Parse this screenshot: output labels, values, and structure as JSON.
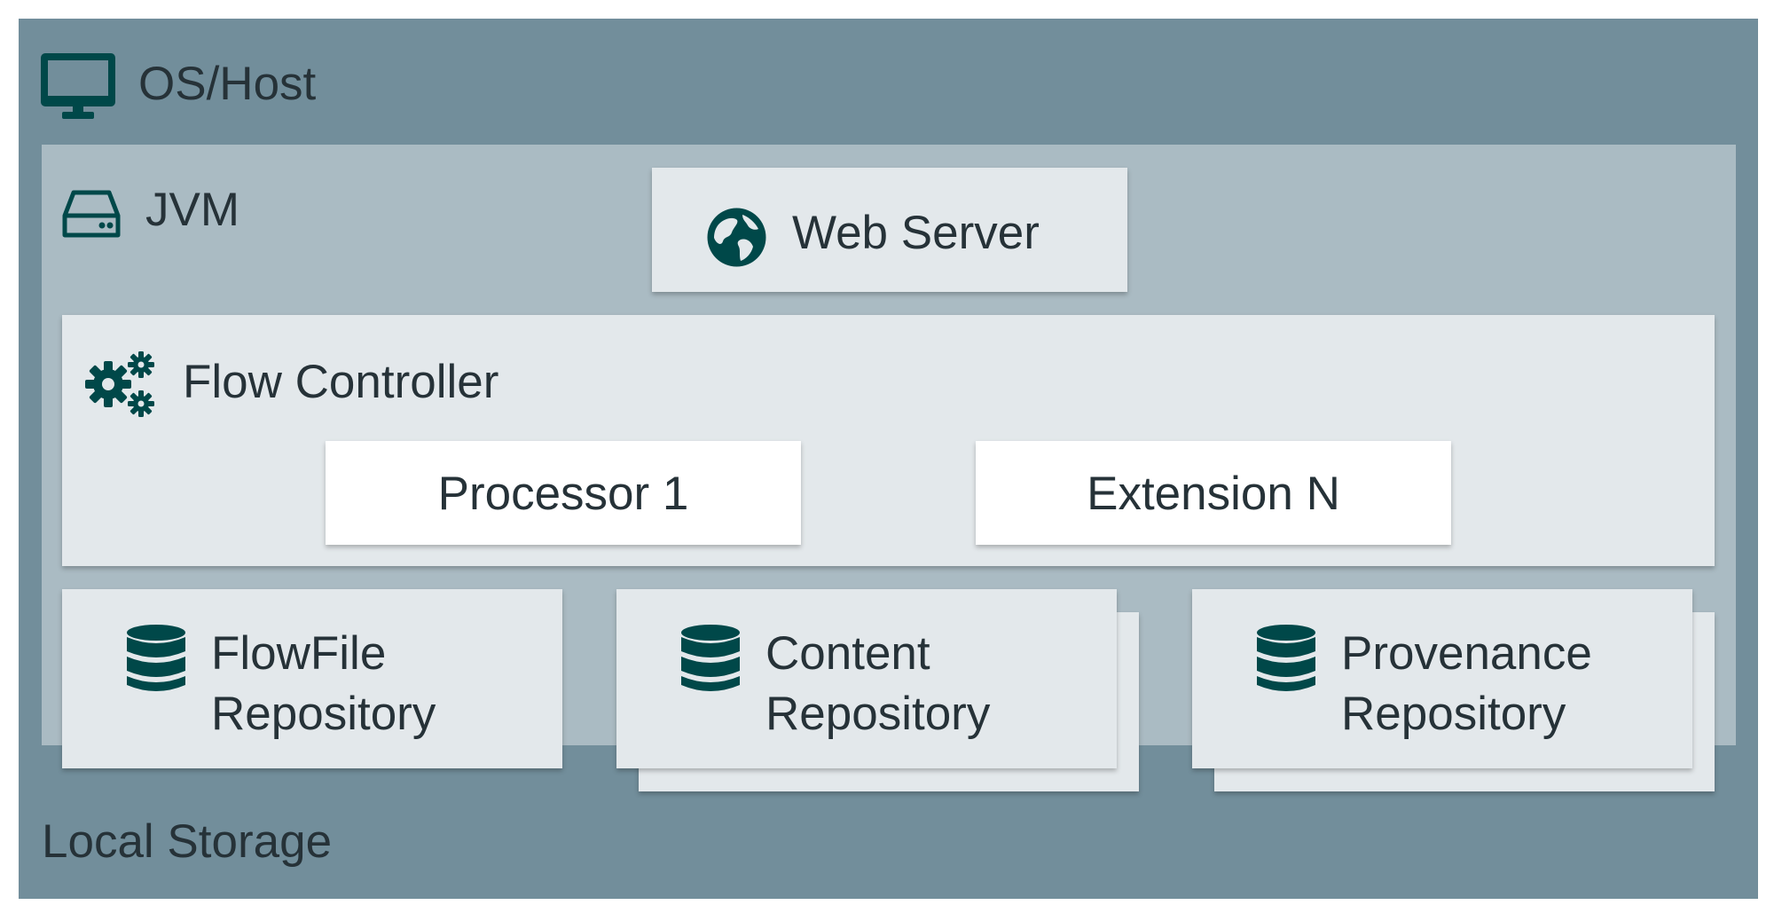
{
  "diagram": {
    "os_host": {
      "label": "OS/Host",
      "icon": "monitor-icon"
    },
    "jvm": {
      "label": "JVM",
      "icon": "hard-drive-icon"
    },
    "web_server": {
      "label": "Web Server",
      "icon": "globe-icon"
    },
    "flow_controller": {
      "label": "Flow Controller",
      "icon": "gears-icon",
      "extensions": [
        {
          "label": "Processor 1"
        },
        {
          "label": "Extension N"
        }
      ]
    },
    "repositories": [
      {
        "line1": "FlowFile",
        "line2": "Repository",
        "icon": "database-icon",
        "stacked": false
      },
      {
        "line1": "Content",
        "line2": "Repository",
        "icon": "database-icon",
        "stacked": true
      },
      {
        "line1": "Provenance",
        "line2": "Repository",
        "icon": "database-icon",
        "stacked": true
      }
    ],
    "local_storage": {
      "label": "Local Storage"
    }
  },
  "colors": {
    "os_background": "#728e9b",
    "jvm_background": "#aabbc3",
    "panel_background": "#e3e8eb",
    "icon": "#004849",
    "text": "#263238"
  }
}
